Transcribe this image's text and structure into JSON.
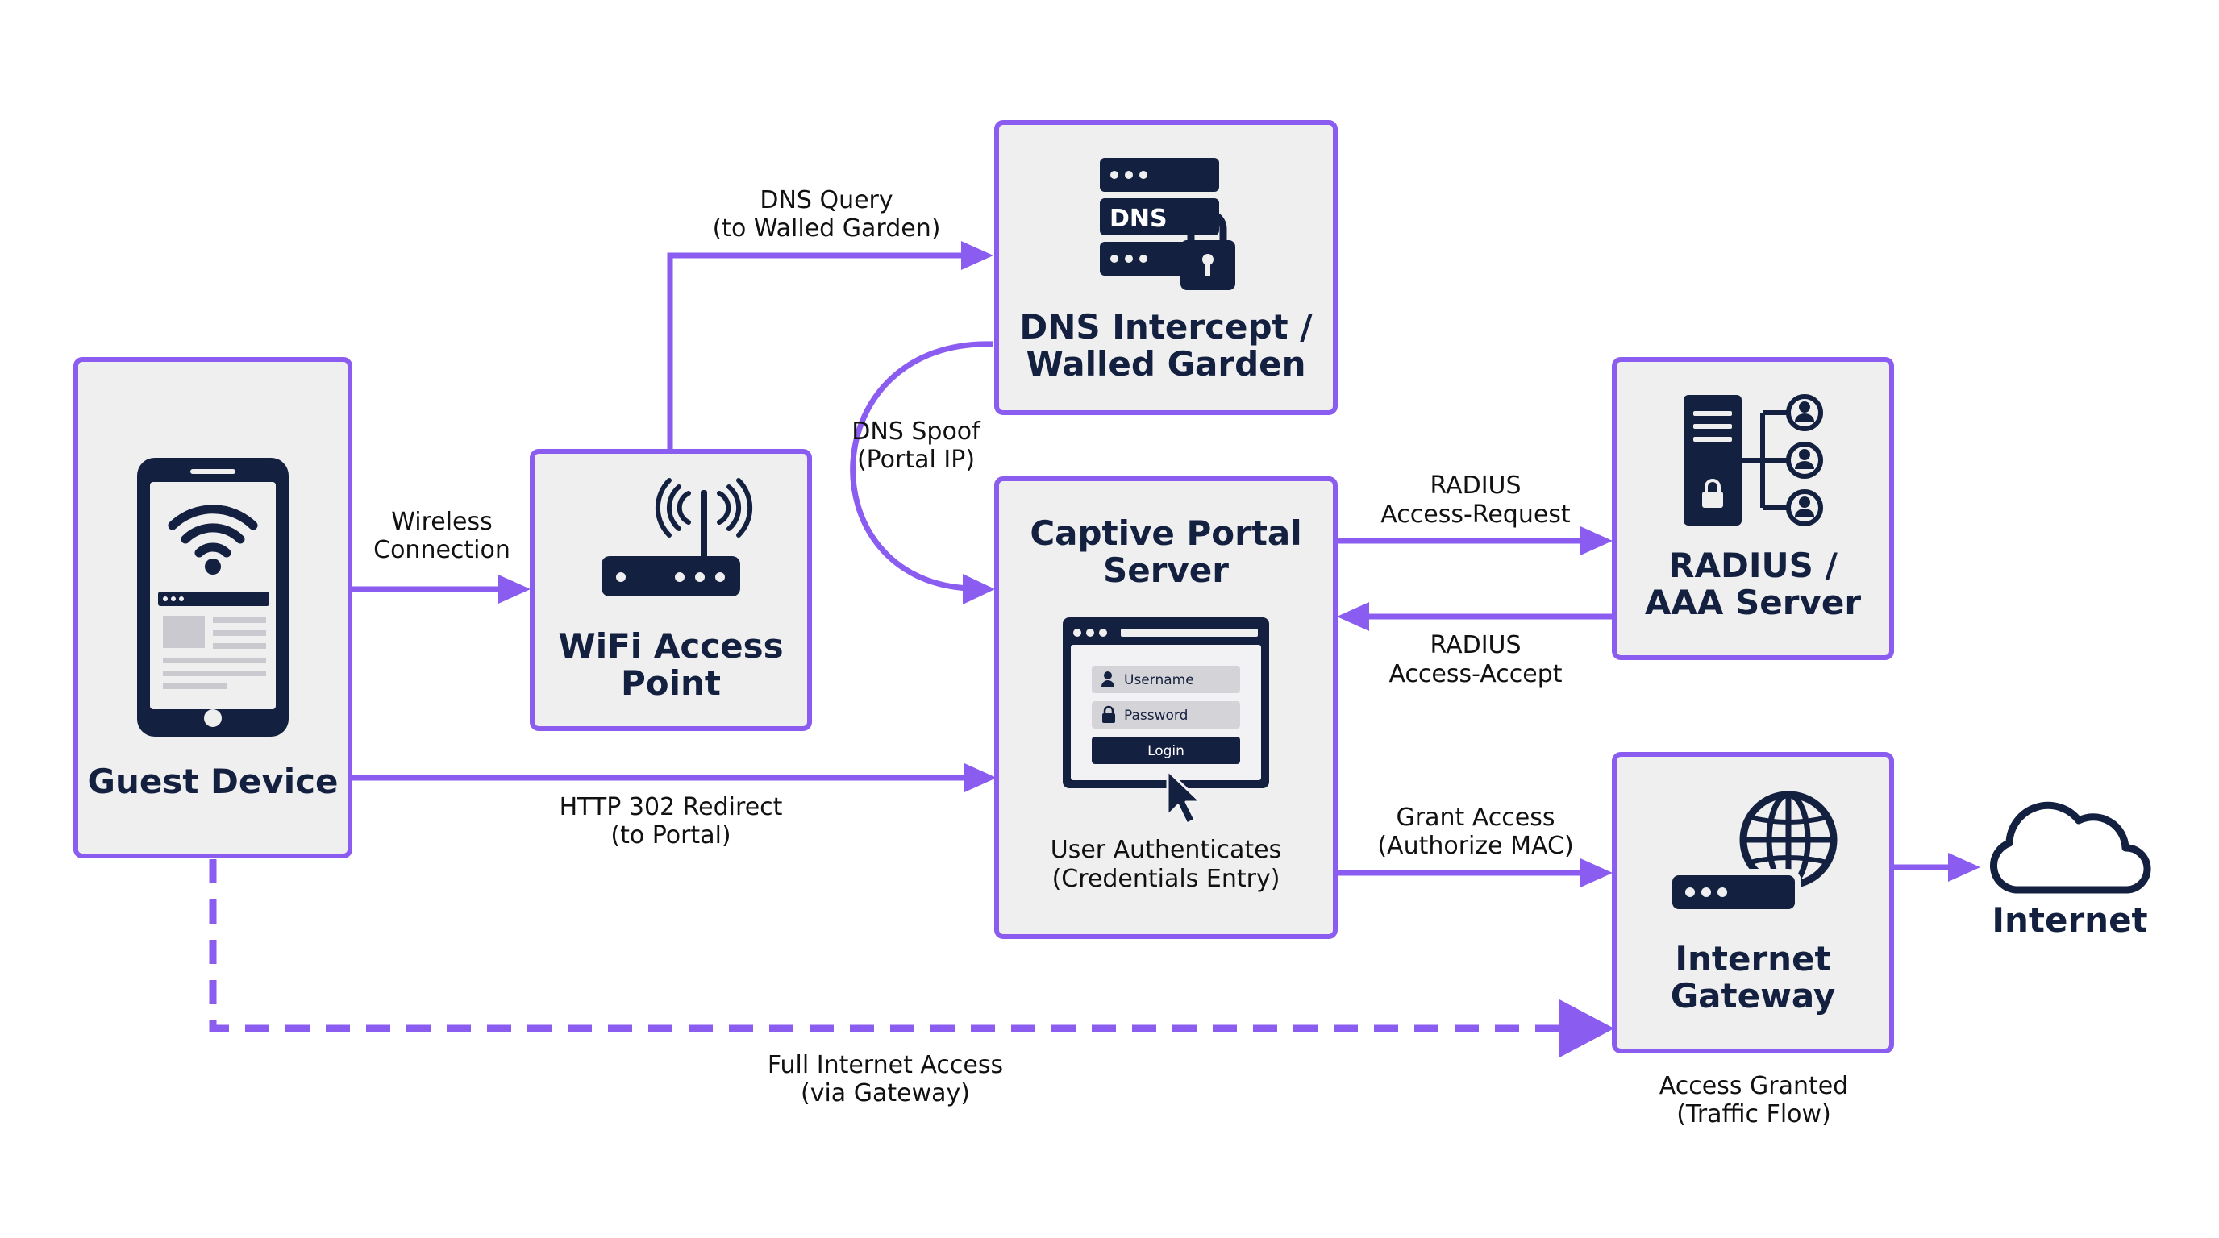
{
  "nodes": {
    "guest_device": "Guest Device",
    "wifi_ap_line1": "WiFi Access",
    "wifi_ap_line2": "Point",
    "dns_line1": "DNS Intercept /",
    "dns_line2": "Walled Garden",
    "dns_icon_text": "DNS",
    "portal_line1": "Captive Portal",
    "portal_line2": "Server",
    "radius_line1": "RADIUS /",
    "radius_line2": "AAA Server",
    "gateway_line1": "Internet",
    "gateway_line2": "Gateway",
    "internet": "Internet"
  },
  "login_form": {
    "username": "Username",
    "password": "Password",
    "login": "Login"
  },
  "edges": {
    "wireless": [
      "Wireless",
      "Connection"
    ],
    "dns_query": [
      "DNS Query",
      "(to Walled Garden)"
    ],
    "dns_spoof": [
      "DNS Spoof",
      "(Portal IP)"
    ],
    "http_redirect": [
      "HTTP 302 Redirect",
      "(to Portal)"
    ],
    "radius_request": [
      "RADIUS",
      "Access-Request"
    ],
    "radius_accept": [
      "RADIUS",
      "Access-Accept"
    ],
    "grant_access": [
      "Grant Access",
      "(Authorize MAC)"
    ],
    "full_access": [
      "Full Internet Access",
      "(via Gateway)"
    ],
    "user_auth": [
      "User Authenticates",
      "(Credentials Entry)"
    ],
    "access_granted": [
      "Access Granted",
      "(Traffic Flow)"
    ]
  },
  "colors": {
    "accent": "#8a5cf0",
    "icon": "#14203f",
    "box_fill": "#efeff0"
  }
}
